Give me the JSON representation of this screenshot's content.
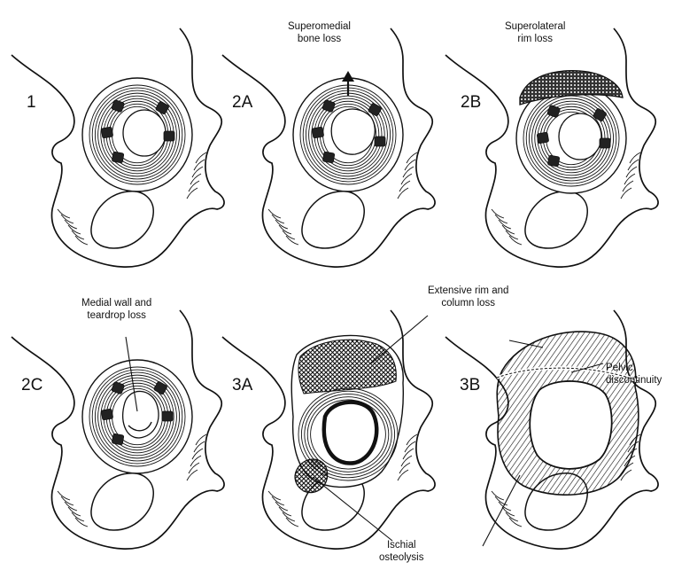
{
  "panels": [
    {
      "label": "1"
    },
    {
      "label": "2A",
      "callout": [
        "Superomedial",
        "bone loss"
      ]
    },
    {
      "label": "2B",
      "callout": [
        "Superolateral",
        "rim loss"
      ]
    },
    {
      "label": "2C",
      "callout": [
        "Medial wall and",
        "teardrop loss"
      ]
    },
    {
      "label": "3A",
      "callout": [
        "Ischial",
        "osteolysis"
      ]
    },
    {
      "label": "3B",
      "callout": [
        "Pelvic",
        "discontinuity"
      ]
    }
  ],
  "shared_callout": [
    "Extensive rim and",
    "column loss"
  ],
  "colors": {
    "ink": "#111111",
    "paper": "#ffffff"
  }
}
